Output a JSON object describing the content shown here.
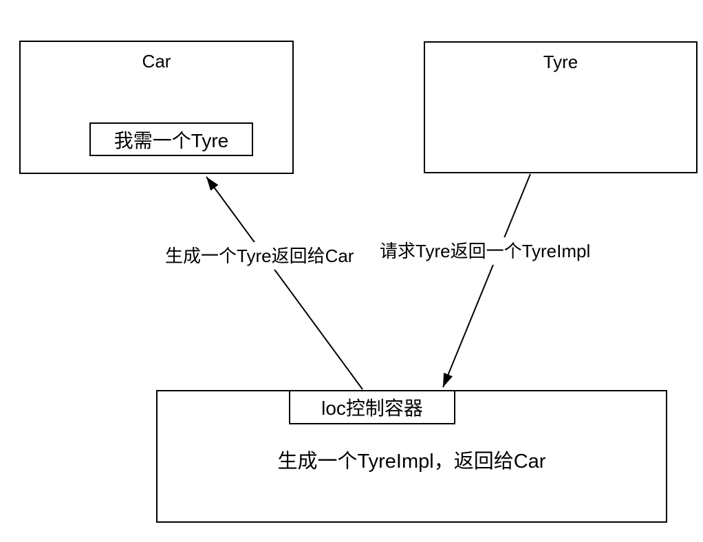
{
  "diagram": {
    "colors": {
      "background": "#ffffff",
      "stroke": "#000000",
      "text": "#000000"
    },
    "car_box": {
      "title": "Car",
      "note": "我需一个Tyre"
    },
    "tyre_box": {
      "title": "Tyre"
    },
    "ioc_box": {
      "title": "loc控制容器",
      "body": "生成一个TyreImpl，返回给Car"
    },
    "edges": {
      "ioc_to_car_label": "生成一个Tyre返回给Car",
      "tyre_to_ioc_label": "请求Tyre返回一个TyreImpl"
    }
  }
}
